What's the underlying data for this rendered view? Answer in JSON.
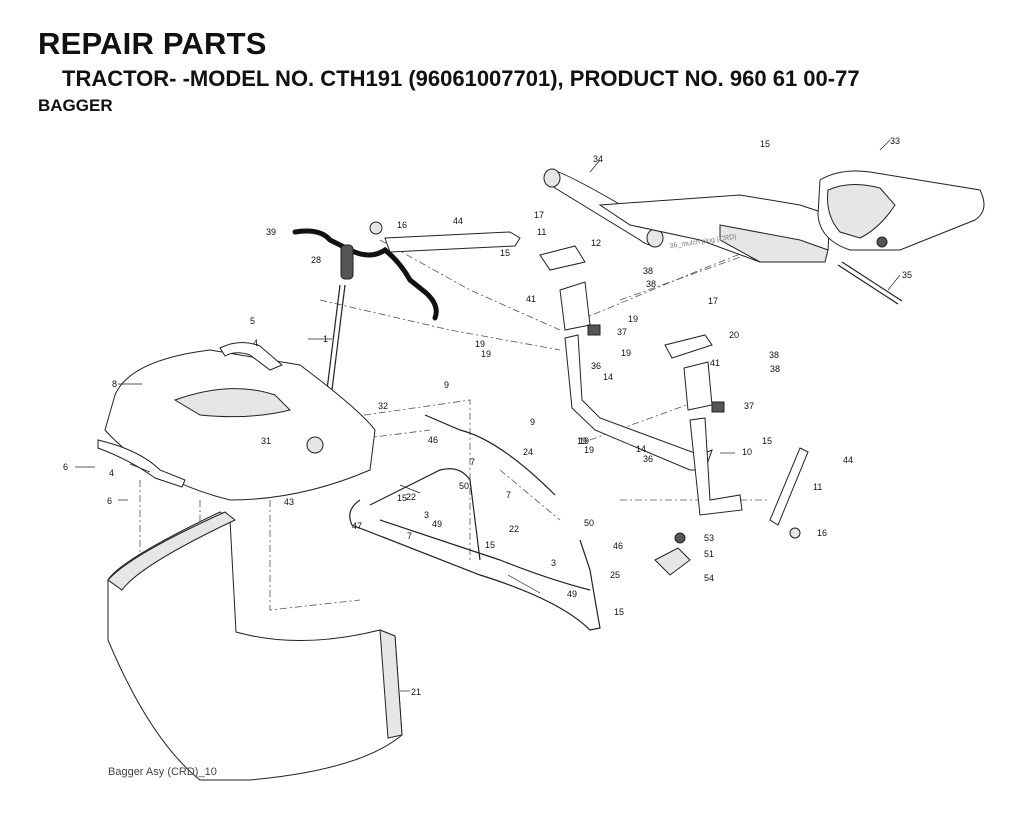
{
  "header": {
    "title": "REPAIR PARTS",
    "subtitle": "TRACTOR- -MODEL NO. CTH191 (96061007701), PRODUCT NO. 960 61 00-77",
    "section": "BAGGER"
  },
  "diagram": {
    "callouts": [
      "1",
      "3",
      "3",
      "4",
      "4",
      "5",
      "6",
      "6",
      "7",
      "7",
      "7",
      "8",
      "9",
      "9",
      "10",
      "11",
      "11",
      "12",
      "14",
      "14",
      "15",
      "15",
      "15",
      "15",
      "15",
      "15",
      "16",
      "16",
      "17",
      "17",
      "19",
      "19",
      "19",
      "19",
      "19",
      "19",
      "19",
      "20",
      "21",
      "22",
      "22",
      "24",
      "25",
      "28",
      "31",
      "32",
      "33",
      "34",
      "35",
      "36",
      "36",
      "37",
      "37",
      "38",
      "38",
      "38",
      "38",
      "39",
      "41",
      "41",
      "43",
      "44",
      "44",
      "46",
      "46",
      "47",
      "49",
      "49",
      "50",
      "50",
      "51",
      "53",
      "54"
    ],
    "note": "36_mulch plug (CRD)"
  },
  "footer": {
    "figure_id": "Bagger Asy (CRD)_10"
  }
}
